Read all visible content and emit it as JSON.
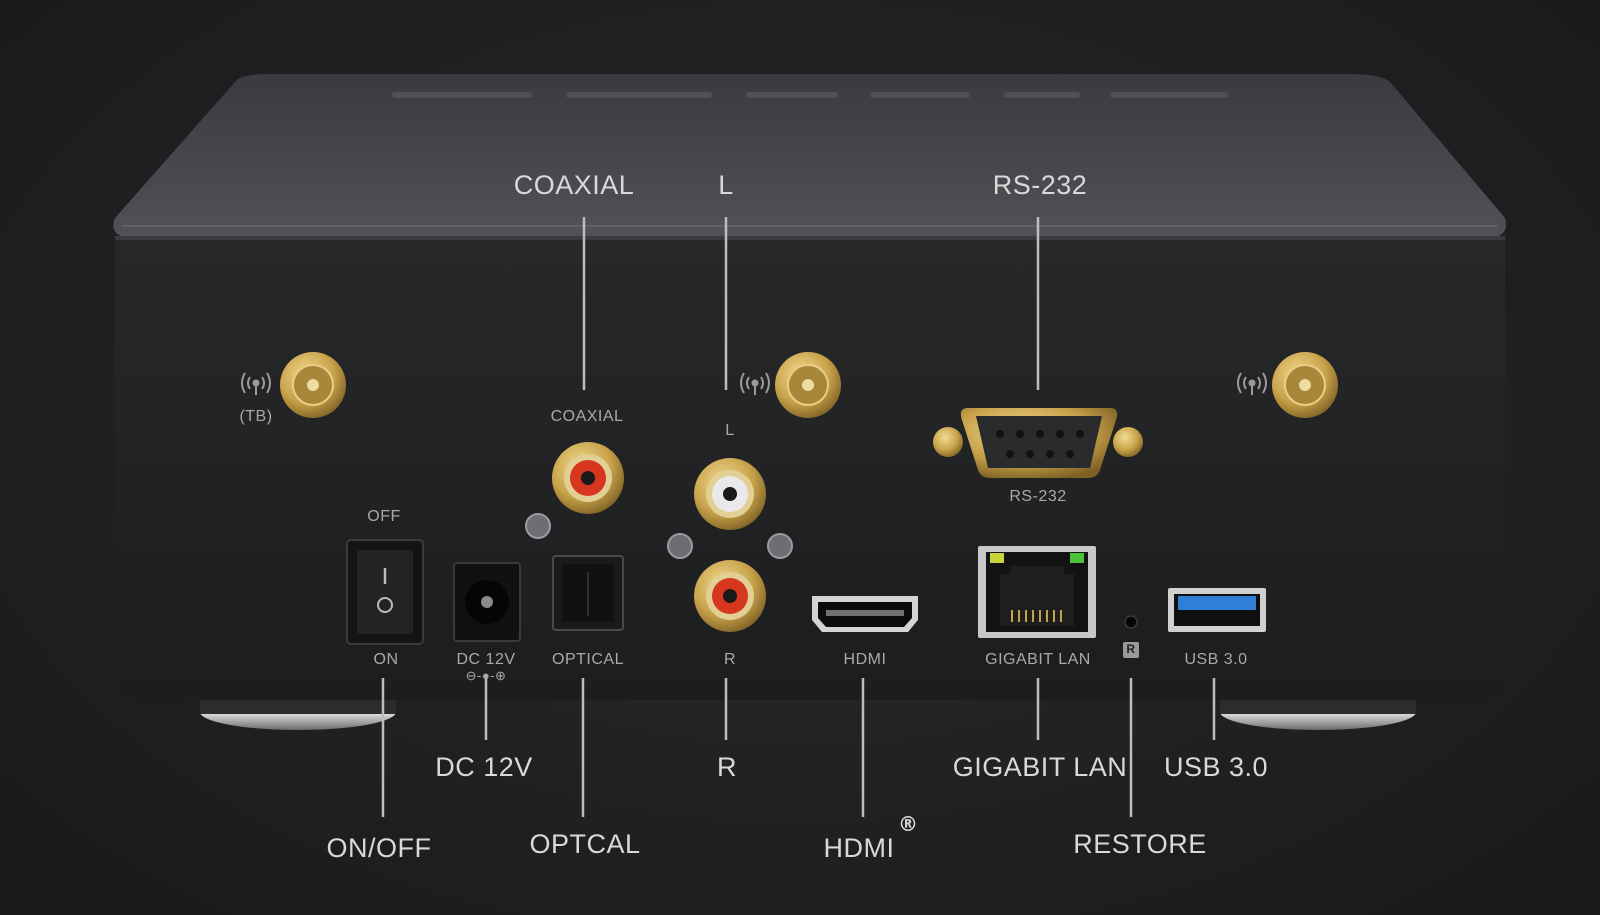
{
  "callouts": {
    "coaxial": "COAXIAL",
    "left": "L",
    "rs232": "RS-232",
    "dc12v": "DC 12V",
    "right": "R",
    "gigabit_lan": "GIGABIT LAN",
    "usb30": "USB 3.0",
    "on_off": "ON/OFF",
    "optical": "OPTCAL",
    "hdmi": "HDMI",
    "hdmi_mark": "®",
    "restore": "RESTORE"
  },
  "panel_labels": {
    "bt": "(TB)",
    "coaxial": "COAXIAL",
    "left": "L",
    "rs232": "RS-232",
    "off": "OFF",
    "on": "ON",
    "dc12v": "DC 12V",
    "polarity": "⊖-●-⊕",
    "optical": "OPTICAL",
    "right": "R",
    "hdmi": "HDMI",
    "gigabit_lan": "GIGABIT LAN",
    "restore_badge": "R",
    "usb30": "USB 3.0"
  },
  "icons": {
    "antenna": "wireless-signal-icon",
    "switch": "rocker-switch-icon",
    "usb": "usb-port-icon",
    "ethernet": "ethernet-port-icon"
  },
  "colors": {
    "usb_accent": "#2f7fd6",
    "rca_red": "#d8371f",
    "gold": "#c8a24a",
    "led_green": "#4cc23a",
    "led_yellow": "#c7d43a"
  }
}
